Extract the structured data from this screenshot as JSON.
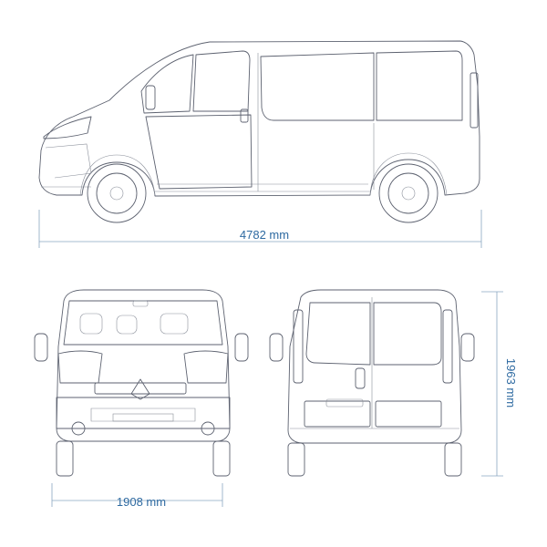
{
  "dimensions": {
    "length": "4782 mm",
    "width": "1908 mm",
    "height": "1963 mm"
  },
  "colors": {
    "outline": "#5d6270",
    "dimension_line": "#8aa6c0",
    "dimension_text": "#2e6aa1",
    "background": "#ffffff"
  }
}
